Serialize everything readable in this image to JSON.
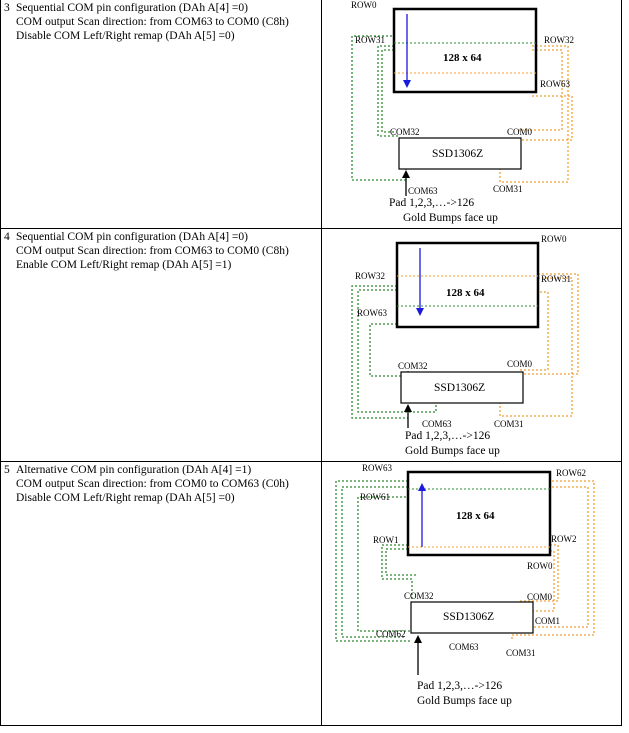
{
  "rows": [
    {
      "number": "3",
      "line1": "Sequential COM pin configuration (DAh A[4] =0)",
      "line2": "COM output Scan direction: from COM63 to COM0 (C8h)",
      "line3": "Disable COM Left/Right remap (DAh A[5] =0)",
      "panel": "128 x 64",
      "chip": "SSD1306Z",
      "labels": {
        "row_top": "ROW0",
        "row_left": "ROW31",
        "row_right": "ROW32",
        "row_right_low": "ROW63",
        "com_left": "COM32",
        "com_right": "COM0",
        "com_bottom_left": "COM63",
        "com_bottom_right": "COM31"
      },
      "pad": "Pad 1,2,3,…->126",
      "gold": "Gold Bumps face up"
    },
    {
      "number": "4",
      "line1": "Sequential COM pin configuration (DAh A[4] =0)",
      "line2": "COM output Scan direction: from COM63 to COM0 (C8h)",
      "line3": "Enable COM Left/Right remap (DAh A[5] =1)",
      "panel": "128 x 64",
      "chip": "SSD1306Z",
      "labels": {
        "row_top": "ROW0",
        "row_left": "ROW32",
        "row_right": "ROW31",
        "row_left_low": "ROW63",
        "com_left": "COM32",
        "com_right": "COM0",
        "com_bottom_left": "COM63",
        "com_bottom_right": "COM31"
      },
      "pad": "Pad 1,2,3,…->126",
      "gold": "Gold Bumps face up"
    },
    {
      "number": "5",
      "line1": "Alternative COM pin configuration (DAh A[4] =1)",
      "line2": "COM output Scan direction: from COM0 to COM63 (C0h)",
      "line3": "Disable COM Left/Right remap (DAh A[5] =0)",
      "panel": "128 x 64",
      "chip": "SSD1306Z",
      "labels": {
        "row_top_left": "ROW63",
        "row_top_right": "ROW62",
        "row_left": "ROW61",
        "row_left_low": "ROW1",
        "row_right_low": "ROW2",
        "row_bottom": "ROW0",
        "com_left": "COM32",
        "com_right": "COM0",
        "com_right_low": "COM1",
        "com_left_low": "COM62",
        "com_bottom_left": "COM63",
        "com_bottom_right": "COM31"
      },
      "pad": "Pad 1,2,3,…->126",
      "gold": "Gold Bumps face up"
    }
  ],
  "colors": {
    "green": "#2e8b2e",
    "orange": "#f0a030",
    "arrow": "#1a1adc"
  }
}
